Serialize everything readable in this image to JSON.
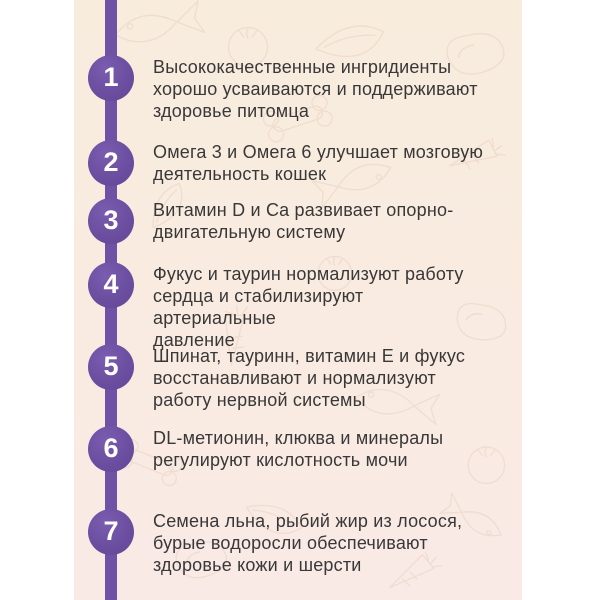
{
  "colors": {
    "accent_purple": "#6a4c9e",
    "line_purple": "#6f51a5",
    "panel_pink": "#f9ebe1",
    "page_white": "#ffffff",
    "text_dark": "#383838",
    "number_white": "#ffffff",
    "doodle_stroke": "#e8d4c2"
  },
  "decor": {
    "pattern_icons": [
      "fish-doodle-icon",
      "leaf-doodle-icon",
      "bone-doodle-icon",
      "carrot-doodle-icon",
      "tomato-doodle-icon",
      "steak-doodle-icon"
    ]
  },
  "timeline": {
    "items": [
      {
        "number": "1",
        "lines": [
          "Высококачественные ингридиенты",
          "хорошо усваиваются и поддерживают",
          "здоровье питомца"
        ]
      },
      {
        "number": "2",
        "lines": [
          "Омега 3 и Омега 6 улучшает мозговую",
          "деятельность кошек"
        ]
      },
      {
        "number": "3",
        "lines": [
          "Витамин D и Ca развивает опорно-",
          "двигательную систему"
        ]
      },
      {
        "number": "4",
        "lines": [
          "Фукус и таурин нормализуют работу",
          "сердца и стабилизируют артериальные",
          "давление"
        ]
      },
      {
        "number": "5",
        "lines": [
          "Шпинат, тауринн, витамин Е и фукус",
          "восстанавливают и нормализуют",
          "работу нервной системы"
        ]
      },
      {
        "number": "6",
        "lines": [
          "DL-метионин, клюква и минералы",
          "регулируют кислотность мочи"
        ]
      },
      {
        "number": "7",
        "lines": [
          "Семена льна, рыбий жир из лосося,",
          "бурые водоросли  обеспечивают",
          "здоровье кожи и шерсти"
        ]
      }
    ]
  }
}
